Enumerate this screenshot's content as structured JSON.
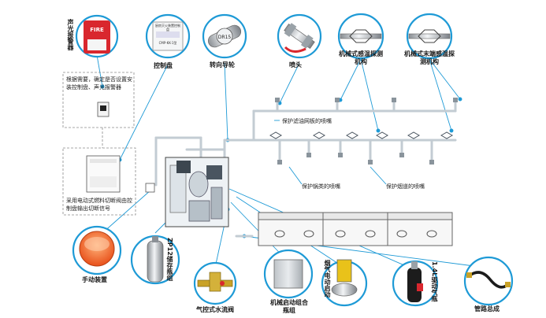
{
  "labels": {
    "alarm": "声光报警器",
    "control_panel": "控制盘",
    "pulley": "转向导轮",
    "nozzle": "喷头",
    "mech_sensor": "机械式感温探测机构",
    "mech_end_sensor": "机械式末端感温探测机构",
    "manual": "手动装置",
    "cylinder": "ZP12储存瓶组",
    "valve": "气控式水流阀",
    "mech_start": "机械启动组合瓶组",
    "smoke_start": "烟气电动启动",
    "gas_bottle": "1.4L驱动气瓶",
    "pipe": "管路总成"
  },
  "notes": {
    "top": "根据需要，确定是否设置安装控制盘、声光报警器",
    "bottom": "采用电动式燃料切断阀由控制盘输出切断信号",
    "filter_nozzle": "保护滤油网板的喷嘴",
    "pot_nozzle": "保护锅类的喷嘴",
    "flue_nozzle": "保护烟道的喷嘴"
  },
  "device_text": {
    "alarm_face": "FIRE",
    "pulley_face": "DR15",
    "panel_face": "厨房灭火装置控制盘",
    "panel_sub": "CMP-KK-1型"
  },
  "colors": {
    "accent": "#1e9ad6",
    "pipe": "#cfd8de",
    "alarm_red": "#d9272e",
    "manual_orange": "#ef5a1b"
  }
}
